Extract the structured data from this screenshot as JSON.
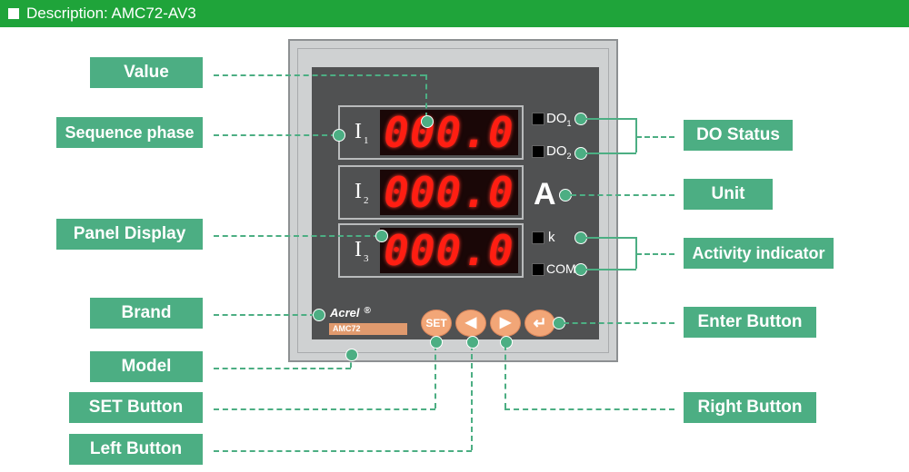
{
  "header": {
    "title": "Description: AMC72-AV3"
  },
  "labels": {
    "value": "Value",
    "sequence_phase": "Sequence phase",
    "panel_display": "Panel Display",
    "brand": "Brand",
    "model": "Model",
    "set_button": "SET Button",
    "left_button": "Left Button",
    "do_status": "DO Status",
    "unit": "Unit",
    "activity_indicator": "Activity indicator",
    "enter_button": "Enter Button",
    "right_button": "Right Button"
  },
  "device": {
    "rows": [
      {
        "label": "I",
        "sub": "1",
        "value": "000.0"
      },
      {
        "label": "I",
        "sub": "2",
        "value": "000.0"
      },
      {
        "label": "I",
        "sub": "3",
        "value": "000.0"
      }
    ],
    "indicators": {
      "do1": "DO",
      "do1_sub": "1",
      "do2": "DO",
      "do2_sub": "2",
      "k": "k",
      "com": "COM"
    },
    "unit": "A",
    "brand": "Acrel",
    "brand_mark": "®",
    "model": "AMC72",
    "buttons": {
      "set": "SET",
      "left": "◀",
      "right": "▶",
      "enter": "↵"
    }
  },
  "colors": {
    "header": "#1fa43a",
    "label": "#4cae83",
    "digits": "#ff1e12",
    "button": "#f2a677"
  }
}
